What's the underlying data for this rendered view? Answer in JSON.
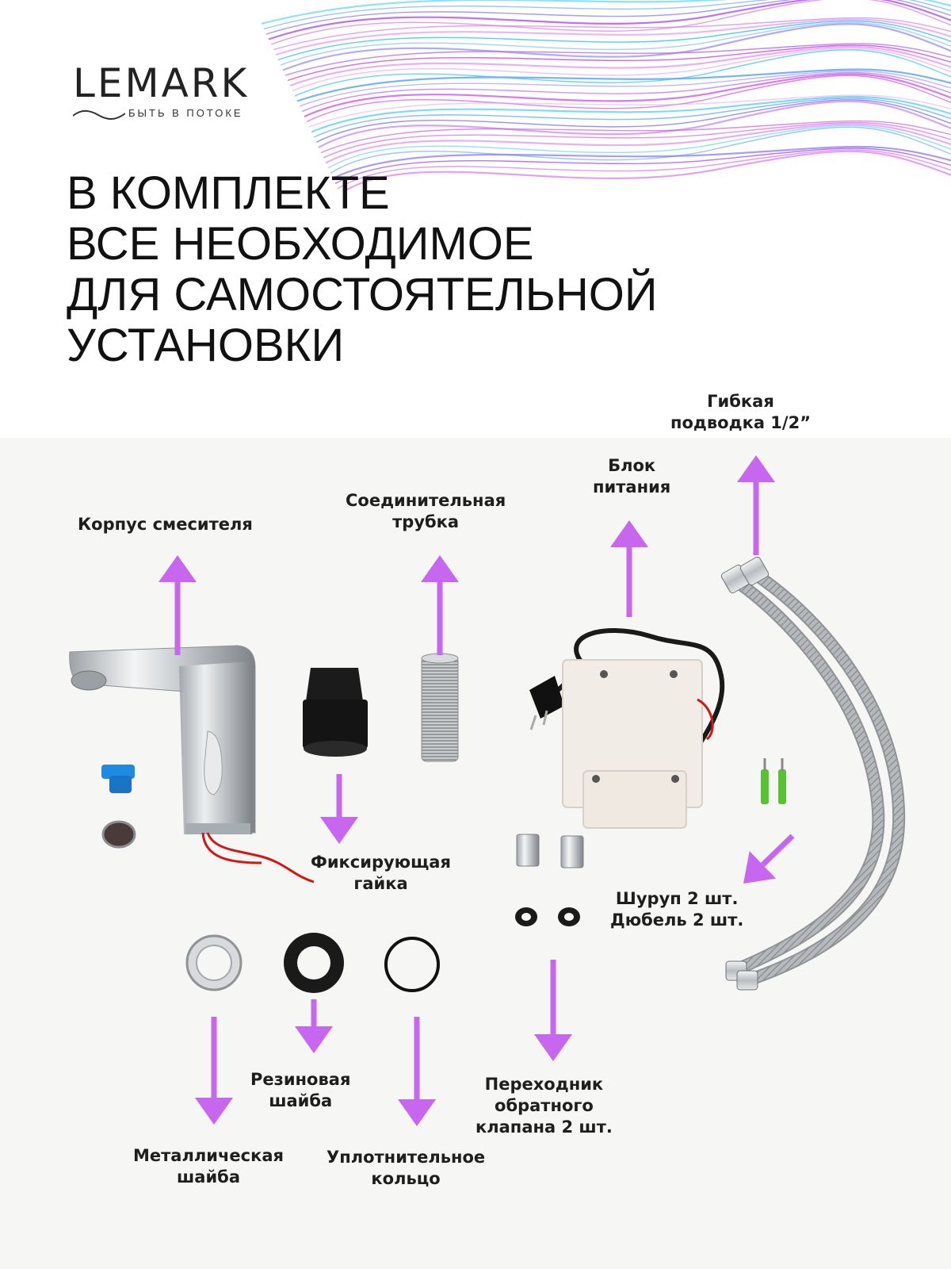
{
  "brand": {
    "name": "LEMARK",
    "tagline": "БЫТЬ В ПОТОКЕ"
  },
  "headline": {
    "lines": [
      "В КОМПЛЕКТЕ",
      "ВСЕ НЕОБХОДИМОЕ",
      "ДЛЯ  САМОСТОЯТЕЛЬНОЙ",
      "УСТАНОВКИ"
    ]
  },
  "labels": {
    "body": "Корпус смесителя",
    "tube": [
      "Соединительная",
      "трубка"
    ],
    "power": [
      "Блок",
      "питания"
    ],
    "hose": [
      "Гибкая",
      "подводка 1/2”"
    ],
    "nut": [
      "Фиксирующая",
      "гайка"
    ],
    "screws": [
      "Шуруп 2 шт.",
      "Дюбель 2 шт."
    ],
    "rubber": [
      "Резиновая",
      "шайба"
    ],
    "metal": [
      "Металлическая",
      "шайба"
    ],
    "oring": [
      "Уплотнительное",
      "кольцо"
    ],
    "adapter": [
      "Переходник",
      "обратного",
      "клапана 2 шт."
    ]
  },
  "colors": {
    "arrow": "#c766ef",
    "text": "#1e1e1e",
    "photo_background": "#f6f6f4"
  }
}
